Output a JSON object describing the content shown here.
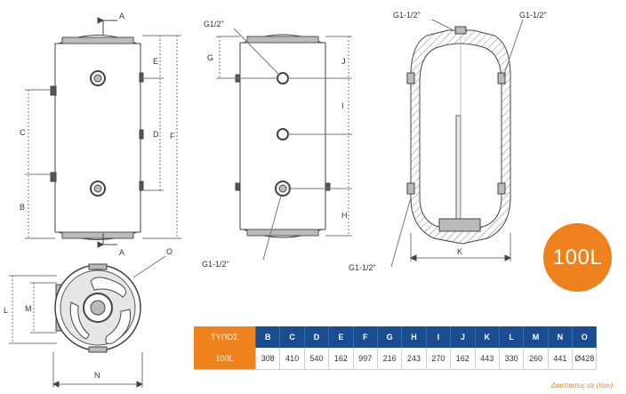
{
  "labels": {
    "a_top": "A",
    "a_bottom": "A",
    "b": "B",
    "c": "C",
    "d": "D",
    "e": "E",
    "f": "F",
    "g": "G",
    "g_conn": "G1/2\"",
    "h": "H",
    "i": "I",
    "j": "J",
    "k": "K",
    "l": "L",
    "m": "M",
    "n": "N",
    "o": "O",
    "g112_front": "G1-1/2\"",
    "g112_sec_left": "G1-1/2\"",
    "g112_sec_right": "G1-1/2\"",
    "g112_sec_bottom": "G1-1/2\""
  },
  "badge": "100L",
  "table": {
    "headers": [
      "ΤΥΠΟΣ",
      "B",
      "C",
      "D",
      "E",
      "F",
      "G",
      "H",
      "I",
      "J",
      "K",
      "L",
      "M",
      "N",
      "O"
    ],
    "rows": [
      [
        "100L",
        "308",
        "410",
        "540",
        "162",
        "997",
        "216",
        "243",
        "270",
        "162",
        "443",
        "330",
        "260",
        "441",
        "Ø428"
      ]
    ]
  },
  "note": "Διαστασεις σε (mm)",
  "colors": {
    "accent": "#f0821e",
    "header": "#1a4d8f"
  }
}
